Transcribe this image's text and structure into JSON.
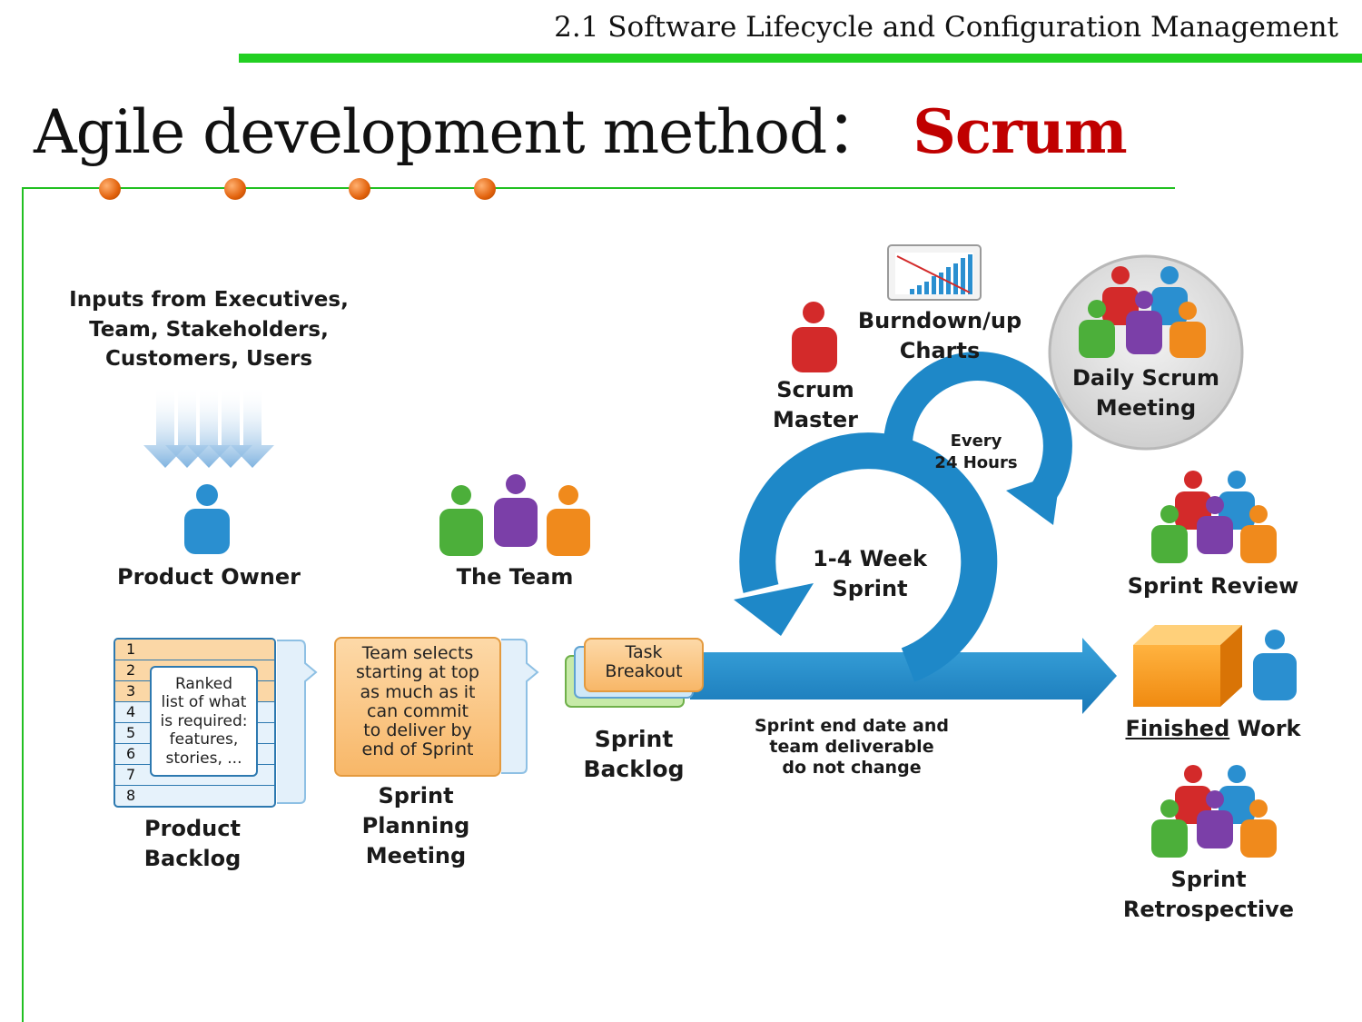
{
  "header": {
    "section_title": "2.1 Software Lifecycle and Configuration Management"
  },
  "slide": {
    "title": "Agile development method：",
    "title_accent": "Scrum"
  },
  "diagram": {
    "inputs": [
      "Inputs from Executives,",
      "Team, Stakeholders,",
      "Customers, Users"
    ],
    "product_owner": "Product Owner",
    "the_team": "The Team",
    "scrum_master": [
      "Scrum",
      "Master"
    ],
    "burndown": [
      "Burndown/up",
      "Charts"
    ],
    "daily_scrum": [
      "Daily Scrum",
      "Meeting"
    ],
    "every_24": [
      "Every",
      "24 Hours"
    ],
    "sprint_cycle": [
      "1-4 Week",
      "Sprint"
    ],
    "sprint_review": "Sprint Review",
    "finished_work": {
      "part1": "Finished",
      "part2": " Work"
    },
    "sprint_retrospective": [
      "Sprint",
      "Retrospective"
    ],
    "product_backlog": {
      "rows": [
        "1",
        "2",
        "3",
        "4",
        "5",
        "6",
        "7",
        "8"
      ],
      "ranked_note": [
        "Ranked",
        "list of what",
        "is required:",
        "features,",
        "stories, ..."
      ],
      "label": [
        "Product",
        "Backlog"
      ]
    },
    "sprint_planning": {
      "note": [
        "Team selects",
        "starting at top",
        "as much as it",
        "can commit",
        "to deliver by",
        "end of Sprint"
      ],
      "label": [
        "Sprint",
        "Planning",
        "Meeting"
      ]
    },
    "sprint_backlog": {
      "card": [
        "Task",
        "Breakout"
      ],
      "label": [
        "Sprint",
        "Backlog"
      ]
    },
    "sprint_end_note": [
      "Sprint end date and",
      "team deliverable",
      "do not change"
    ]
  },
  "colors": {
    "accent_red": "#c00000",
    "header_green": "#22d022",
    "arrow_blue": "#1e88c8",
    "bullet_orange": "#e2620c",
    "person_blue": "#2a8fd0",
    "person_green": "#4caf3a",
    "person_purple": "#7b3fa8",
    "person_orange": "#f08a1c",
    "person_red": "#d32a2a"
  }
}
